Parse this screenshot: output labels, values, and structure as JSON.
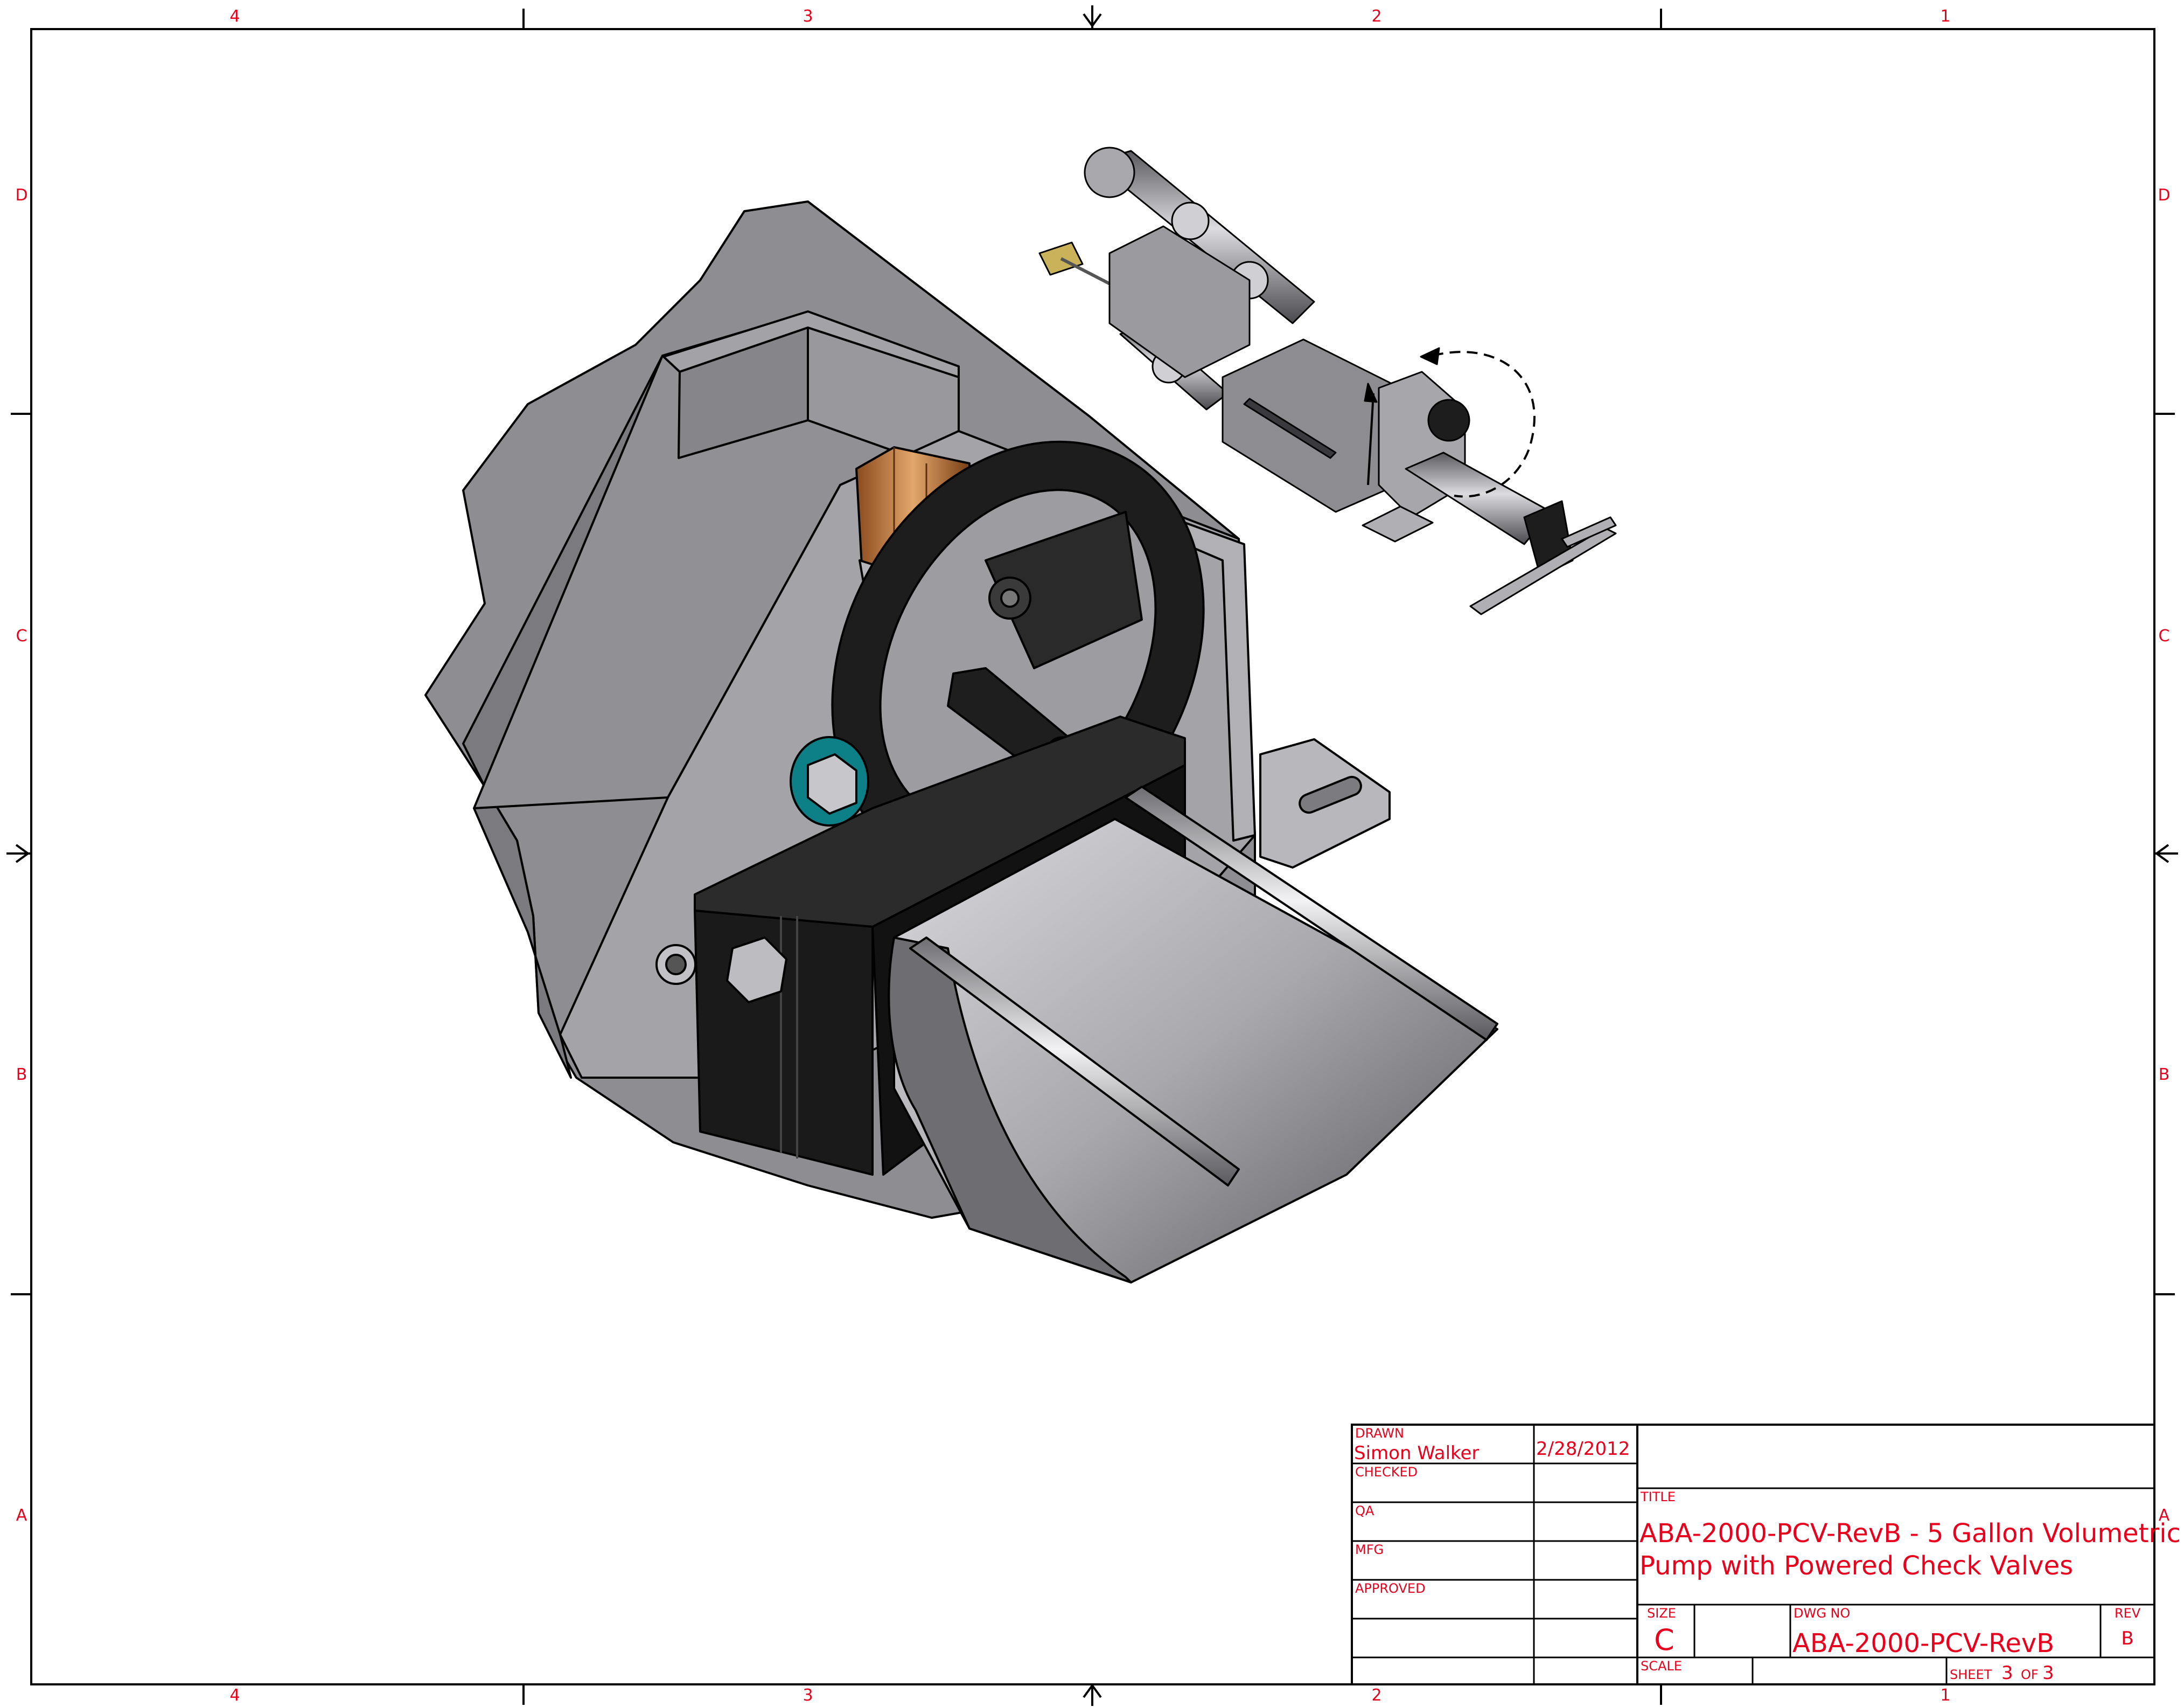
{
  "drawing": {
    "zones": {
      "columns": [
        "4",
        "3",
        "2",
        "1"
      ],
      "rows": [
        "D",
        "C",
        "B",
        "A"
      ]
    },
    "title_block": {
      "drawn_label": "DRAWN",
      "drawn_by": "Simon Walker",
      "drawn_date": "2/28/2012",
      "checked_label": "CHECKED",
      "qa_label": "QA",
      "mfg_label": "MFG",
      "approved_label": "APPROVED",
      "title_label": "TITLE",
      "title_line1": "ABA-2000-PCV-RevB - 5 Gallon Volumetric",
      "title_line2": "Pump with Powered Check Valves",
      "size_label": "SIZE",
      "size_value": "C",
      "dwg_no_label": "DWG NO",
      "dwg_no_value": "ABA-2000-PCV-RevB",
      "rev_label": "REV",
      "rev_value": "B",
      "scale_label": "SCALE",
      "sheet_label": "SHEET",
      "sheet_number": "3",
      "sheet_of_label": "OF",
      "sheet_total": "3"
    },
    "colors": {
      "annotation": "#e8001c",
      "border": "#000000",
      "metal_dark": "#8a8a8e",
      "metal_light": "#c8c8cc",
      "black_part": "#1e1e1e",
      "bronze": "#b8773e"
    },
    "views": [
      "detail-isometric-view",
      "overall-isometric-view"
    ]
  }
}
